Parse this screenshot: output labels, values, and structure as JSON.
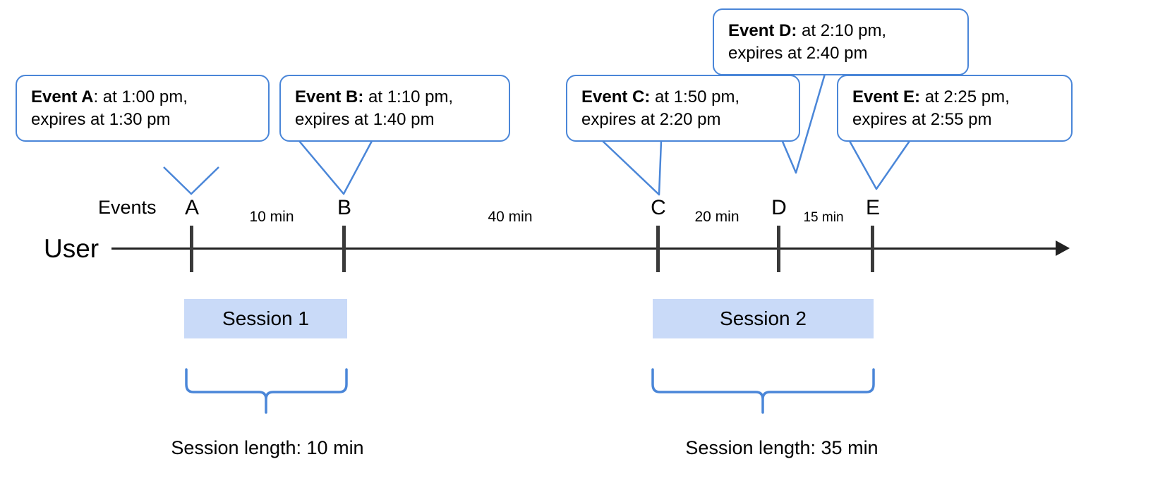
{
  "diagram": {
    "accent_color": "#4a86d8",
    "session_fill": "#c9daf8",
    "axis_color": "#222222",
    "lanes": {
      "user_label": "User",
      "events_label": "Events"
    },
    "callouts": [
      {
        "id": "A",
        "title": "Event A",
        "sep": ":",
        "line1": " at 1:00 pm,",
        "line2": "expires at 1:30 pm",
        "time": "1:00 pm",
        "expires": "1:30 pm"
      },
      {
        "id": "B",
        "title": "Event B",
        "sep": ":",
        "line1": " at 1:10 pm,",
        "line2": "expires at 1:40 pm",
        "time": "1:10 pm",
        "expires": "1:40 pm"
      },
      {
        "id": "C",
        "title": "Event C",
        "sep": ":",
        "line1": " at 1:50 pm,",
        "line2": "expires at 2:20 pm",
        "time": "1:50 pm",
        "expires": "2:20 pm"
      },
      {
        "id": "D",
        "title": "Event D",
        "sep": ":",
        "line1": " at 2:10 pm,",
        "line2": "expires at 2:40 pm",
        "time": "2:10 pm",
        "expires": "2:40 pm"
      },
      {
        "id": "E",
        "title": "Event E",
        "sep": ":",
        "line1": " at 2:25 pm,",
        "line2": "expires at 2:55 pm",
        "time": "2:25 pm",
        "expires": "2:55 pm"
      }
    ],
    "ticks": [
      {
        "label": "A"
      },
      {
        "label": "B"
      },
      {
        "label": "C"
      },
      {
        "label": "D"
      },
      {
        "label": "E"
      }
    ],
    "gaps": [
      {
        "label": "10 min",
        "from": "A",
        "to": "B"
      },
      {
        "label": "40 min",
        "from": "B",
        "to": "C"
      },
      {
        "label": "20 min",
        "from": "C",
        "to": "D"
      },
      {
        "label": "15 min",
        "from": "D",
        "to": "E"
      }
    ],
    "sessions": [
      {
        "name": "Session 1",
        "length_label": "Session length: 10 min"
      },
      {
        "name": "Session 2",
        "length_label": "Session length: 35 min"
      }
    ]
  }
}
